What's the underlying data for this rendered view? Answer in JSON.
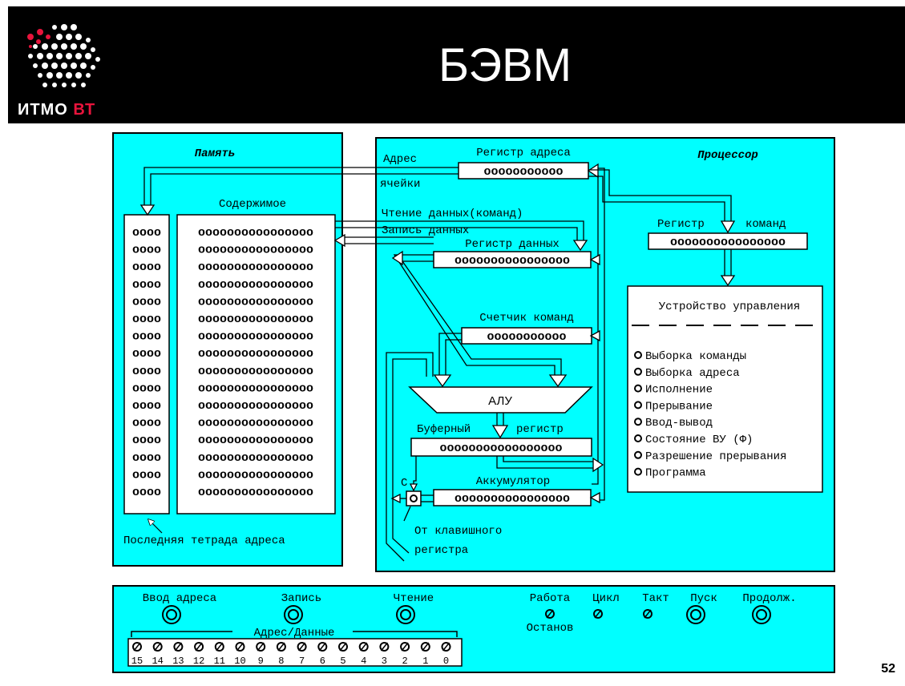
{
  "header": {
    "title": "БЭВМ",
    "logo_text_main": "ИТМО",
    "logo_text_accent": "ВТ",
    "accent_color": "#e8143c"
  },
  "slide_number": "52",
  "colors": {
    "panel": "#00ffff",
    "line": "#000000"
  },
  "memory": {
    "title": "Память",
    "content_label": "Содержимое",
    "address_cells_row": "oooo",
    "content_cells_row": "oooooooooooooooo",
    "rows": 16,
    "bottom_label": "Последняя тетрада адреса"
  },
  "processor": {
    "title": "Процессор",
    "address_label_line1": "Адрес",
    "address_label_line2": "ячейки",
    "address_register": {
      "label": "Регистр адреса",
      "cells": "ooooooooooo"
    },
    "read_label": "Чтение данных(команд)",
    "write_label": "Запись данных",
    "data_register": {
      "label": "Регистр данных",
      "cells": "oooooooooooooooo"
    },
    "command_register": {
      "label_left": "Регистр",
      "label_right": "команд",
      "cells": "oooooooooooooooo"
    },
    "program_counter": {
      "label": "Счетчик команд",
      "cells": "ooooooooooo"
    },
    "alu_label": "АЛУ",
    "buffer_register": {
      "label_left": "Буферный",
      "label_right": "регистр",
      "cells": "ooooooooooooooooo"
    },
    "accumulator": {
      "label": "Аккумулятор",
      "cells": "oooooooooooooooo"
    },
    "carry_label": "C",
    "keyboard_label_line1": "От клавишного",
    "keyboard_label_line2": "регистра"
  },
  "control_unit": {
    "title": "Устройство управления",
    "states": [
      "Выборка команды",
      "Выборка адреса",
      "Исполнение",
      "Прерывание",
      "Ввод-вывод",
      "Состояние ВУ (Ф)",
      "Разрешение прерывания",
      "Программа"
    ]
  },
  "console": {
    "buttons": [
      "Ввод адреса",
      "Запись",
      "Чтение"
    ],
    "address_data_label": "Адрес/Данные",
    "switch_bits": [
      "15",
      "14",
      "13",
      "12",
      "11",
      "10",
      "9",
      "8",
      "7",
      "6",
      "5",
      "4",
      "3",
      "2",
      "1",
      "0"
    ],
    "run_label": "Работа",
    "stop_label": "Останов",
    "cycle_label": "Цикл",
    "tact_label": "Такт",
    "start_label": "Пуск",
    "continue_label": "Продолж."
  }
}
